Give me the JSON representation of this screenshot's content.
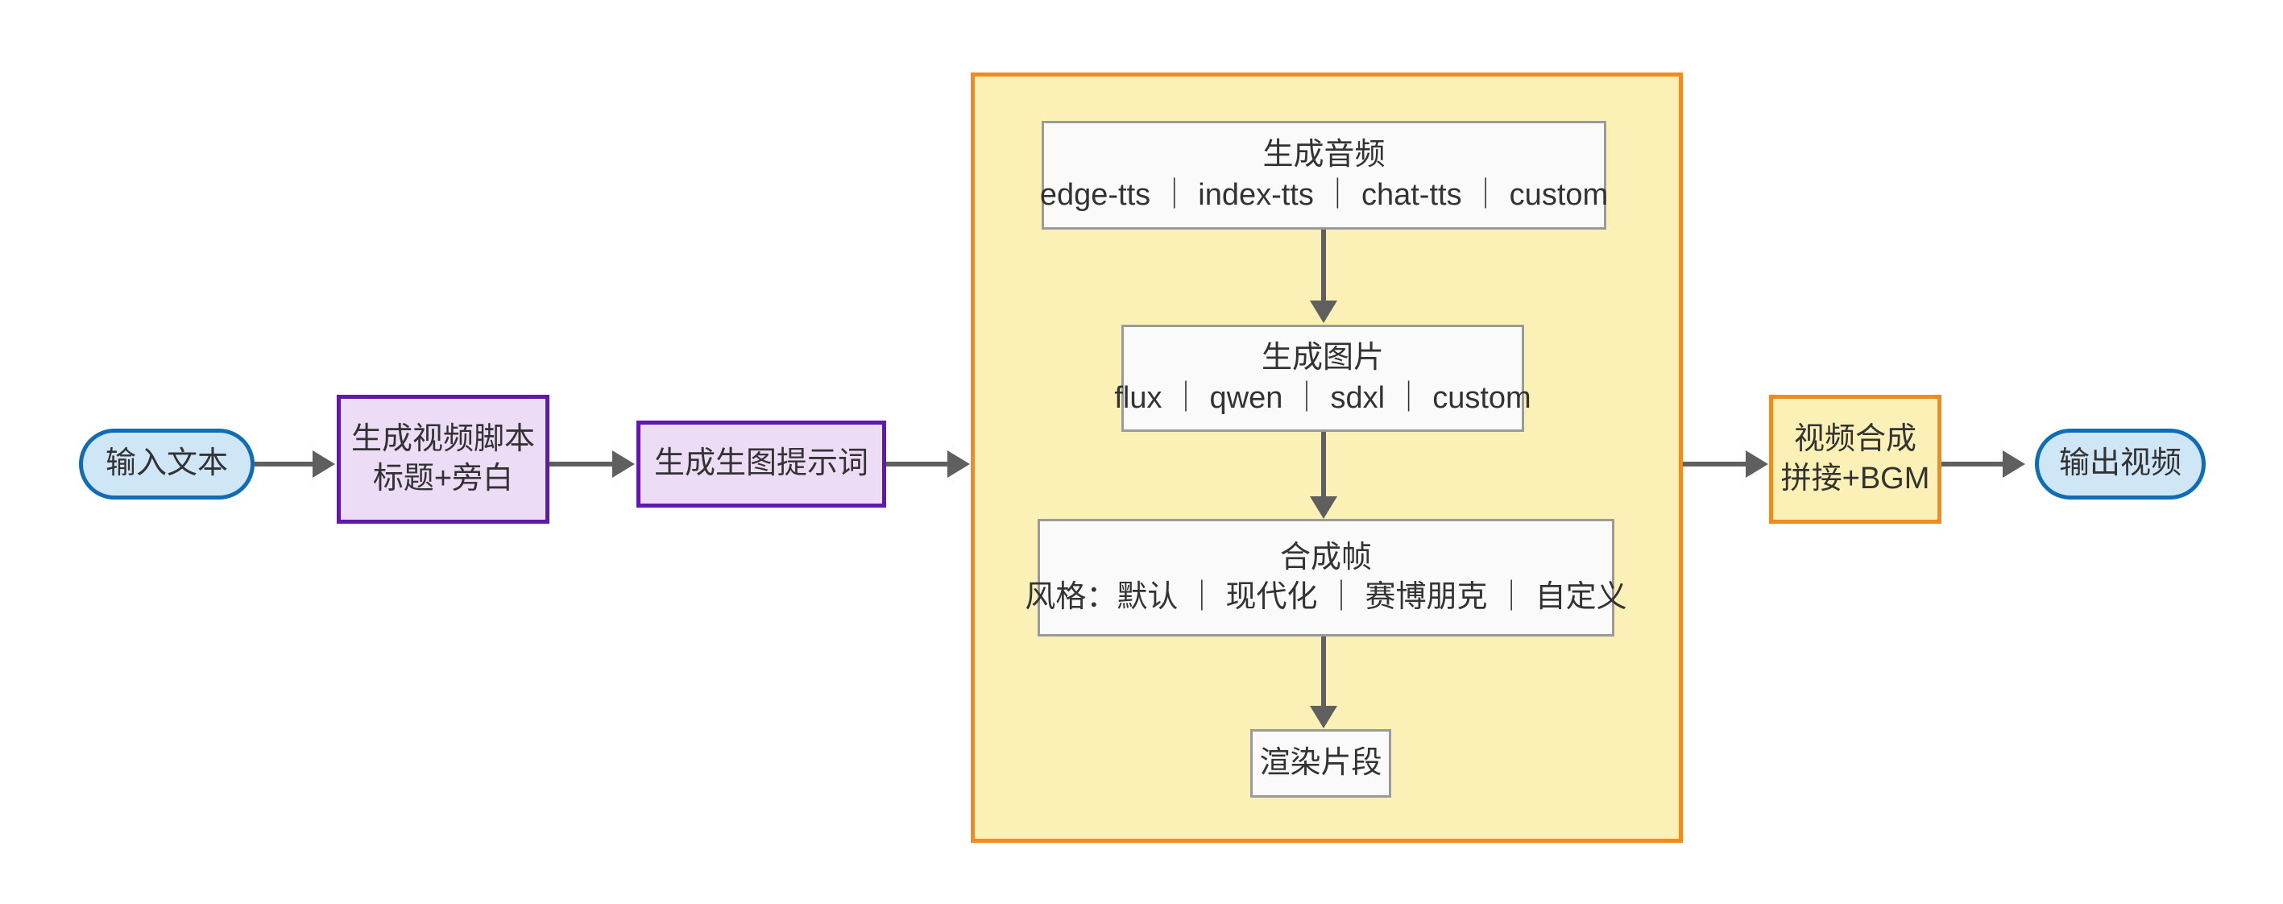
{
  "diagram": {
    "type": "flowchart",
    "direction": "left-to-right",
    "colors": {
      "terminal_fill": "#cfe6f7",
      "terminal_stroke": "#0f6cb6",
      "process_fill": "#ecdcf6",
      "process_stroke": "#6019b0",
      "compose_fill": "#fbf0b5",
      "compose_stroke": "#ef8b21",
      "subgraph_fill": "#fbf0b5",
      "subgraph_stroke": "#ef8b21",
      "inner_fill": "#fafafa",
      "inner_stroke": "#9a9a9a",
      "edge_color": "#5f5f5f"
    },
    "nodes": {
      "input_text": {
        "label": "输入文本"
      },
      "gen_script": {
        "line1": "生成视频脚本",
        "line2": "标题+旁白"
      },
      "gen_prompt": {
        "label": "生成生图提示词"
      },
      "gen_audio": {
        "line1": "生成音频",
        "line2": "edge-tts ｜ index-tts ｜ chat-tts ｜ custom"
      },
      "gen_image": {
        "line1": "生成图片",
        "line2": "flux ｜ qwen ｜ sdxl ｜ custom"
      },
      "compose_frame": {
        "line1": "合成帧",
        "line2": "风格：默认 ｜ 现代化 ｜ 赛博朋克 ｜ 自定义"
      },
      "render_clip": {
        "label": "渲染片段"
      },
      "video_merge": {
        "line1": "视频合成",
        "line2": "拼接+BGM"
      },
      "output_video": {
        "label": "输出视频"
      }
    },
    "edges": [
      {
        "from": "input_text",
        "to": "gen_script"
      },
      {
        "from": "gen_script",
        "to": "gen_prompt"
      },
      {
        "from": "gen_prompt",
        "to": "per_segment_subgraph"
      },
      {
        "from": "gen_audio",
        "to": "gen_image"
      },
      {
        "from": "gen_image",
        "to": "compose_frame"
      },
      {
        "from": "compose_frame",
        "to": "render_clip"
      },
      {
        "from": "per_segment_subgraph",
        "to": "video_merge"
      },
      {
        "from": "video_merge",
        "to": "output_video"
      }
    ]
  }
}
